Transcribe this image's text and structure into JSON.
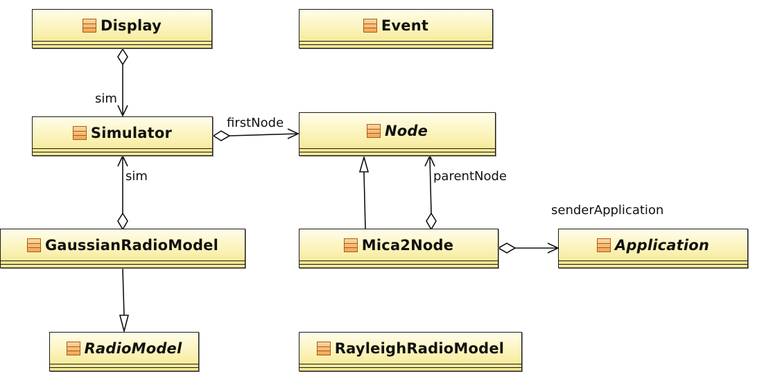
{
  "diagram": {
    "classes": [
      {
        "id": "display",
        "name": "Display",
        "abstract": false
      },
      {
        "id": "event",
        "name": "Event",
        "abstract": false
      },
      {
        "id": "simulator",
        "name": "Simulator",
        "abstract": false
      },
      {
        "id": "node",
        "name": "Node",
        "abstract": true
      },
      {
        "id": "gaussian",
        "name": "GaussianRadioModel",
        "abstract": false
      },
      {
        "id": "mica2",
        "name": "Mica2Node",
        "abstract": false
      },
      {
        "id": "application",
        "name": "Application",
        "abstract": true
      },
      {
        "id": "radiomodel",
        "name": "RadioModel",
        "abstract": true
      },
      {
        "id": "rayleigh",
        "name": "RayleighRadioModel",
        "abstract": false
      }
    ],
    "relations": [
      {
        "type": "aggregation",
        "from": "Display",
        "to": "Simulator",
        "role": "sim"
      },
      {
        "type": "aggregation",
        "from": "Simulator",
        "to": "Node",
        "role": "firstNode"
      },
      {
        "type": "aggregation",
        "from": "GaussianRadioModel",
        "to": "Simulator",
        "role": "sim"
      },
      {
        "type": "generalization",
        "from": "Mica2Node",
        "to": "Node",
        "role": ""
      },
      {
        "type": "aggregation",
        "from": "Mica2Node",
        "to": "Node",
        "role": "parentNode"
      },
      {
        "type": "aggregation",
        "from": "Mica2Node",
        "to": "Application",
        "role": "senderApplication"
      },
      {
        "type": "generalization",
        "from": "GaussianRadioModel",
        "to": "RadioModel",
        "role": ""
      }
    ]
  }
}
